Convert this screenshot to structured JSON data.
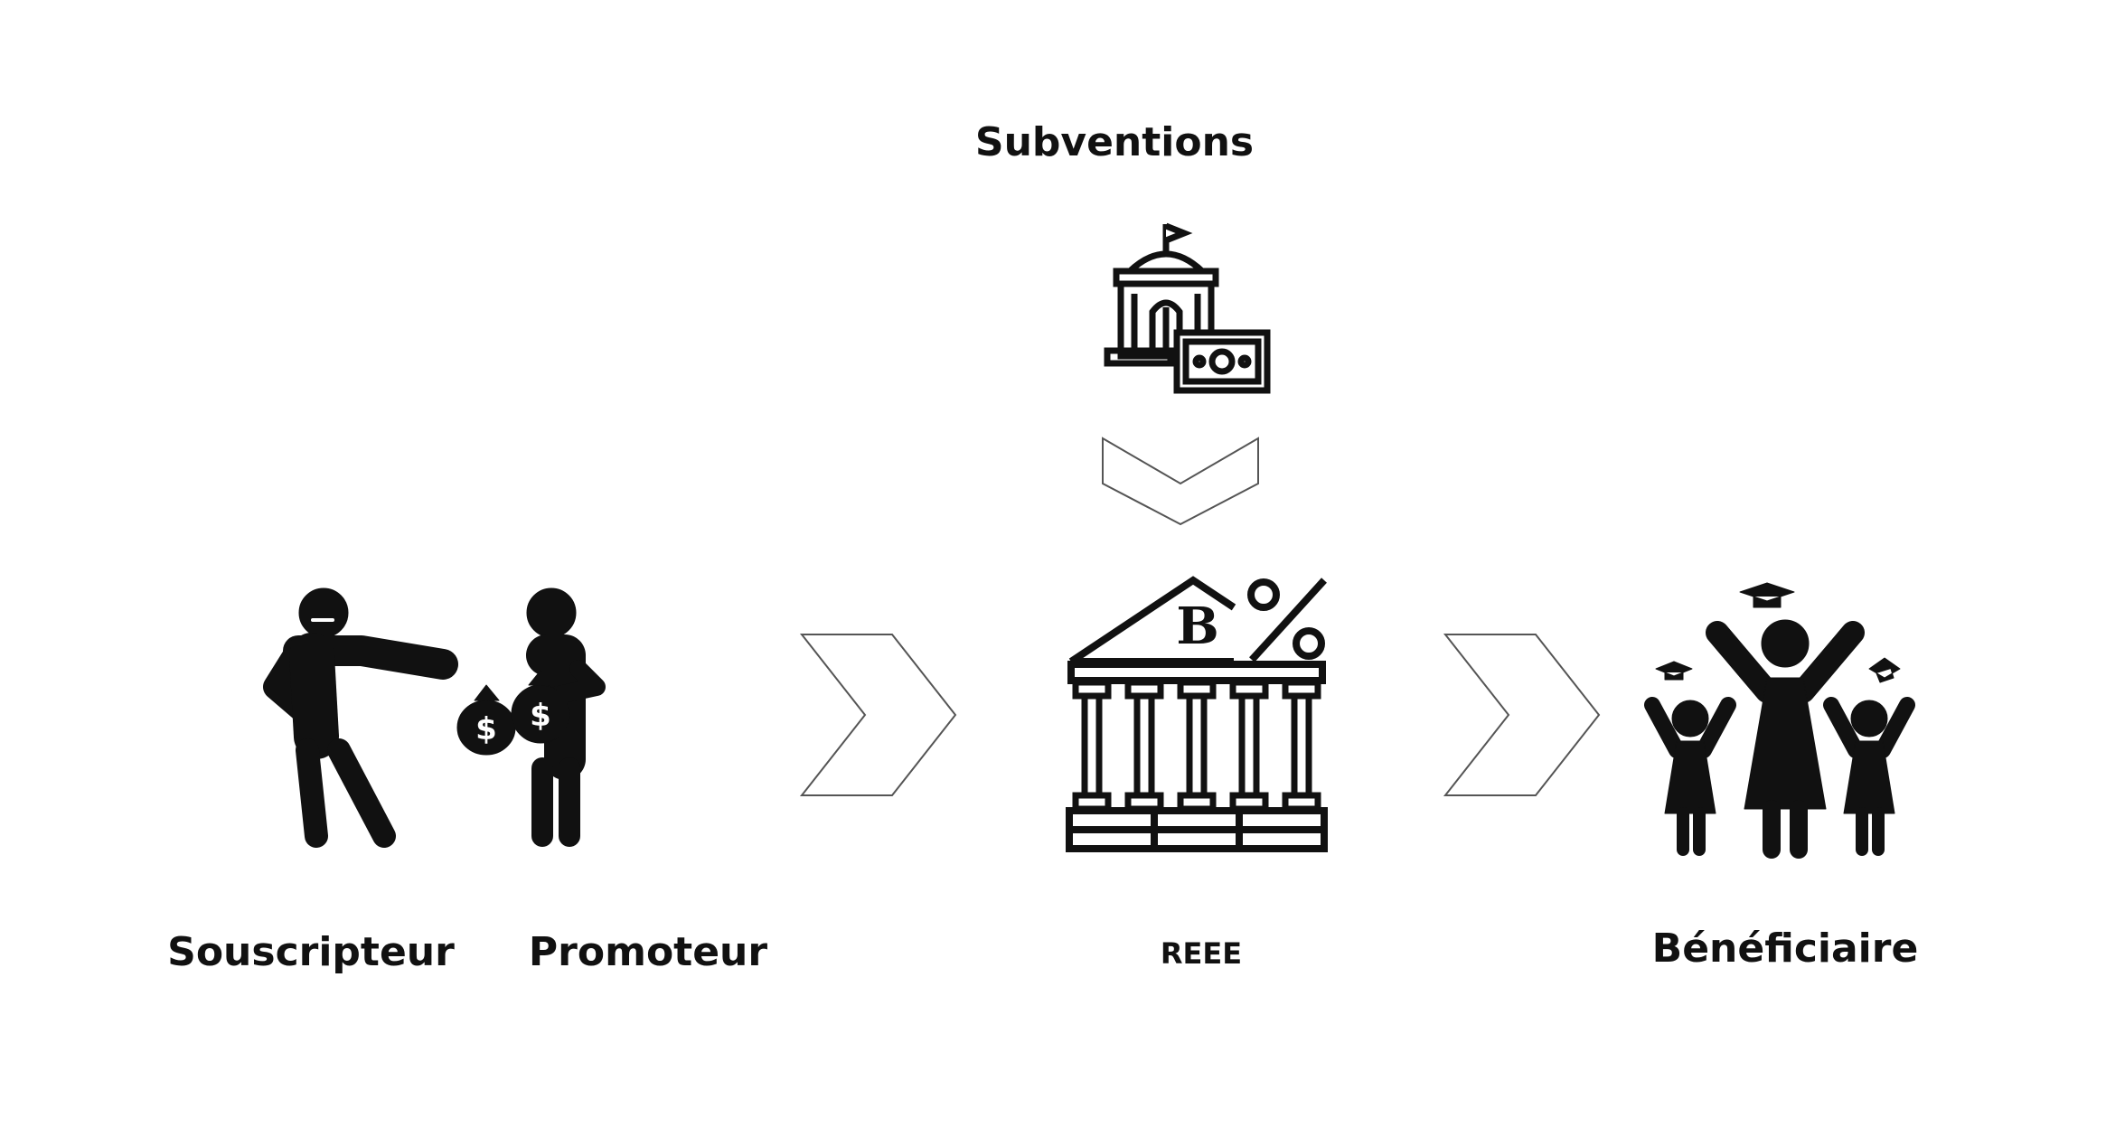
{
  "diagram": {
    "top_label": "Subventions",
    "labels": {
      "subscriber": "Souscripteur",
      "promoter": "Promoteur",
      "resp": "REEE",
      "beneficiary": "Bénéficiaire"
    },
    "icons": {
      "government": "government-money-icon",
      "exchange": "money-exchange-people-icon",
      "bank": "bank-percent-icon",
      "family": "graduation-family-icon"
    },
    "colors": {
      "icon": "#111111",
      "arrow_stroke": "#555555"
    }
  }
}
